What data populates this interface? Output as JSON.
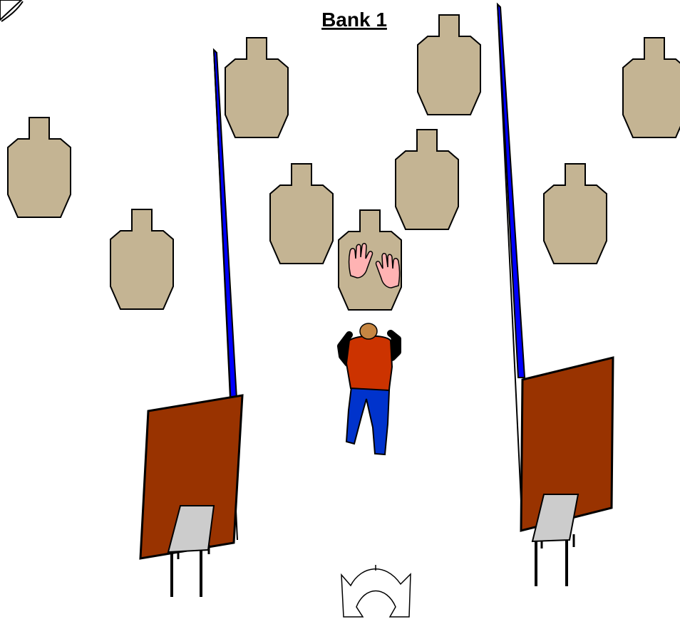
{
  "title": "Bank 1",
  "colors": {
    "target": "#c4b493",
    "barrier": "#0000ff",
    "wall": "#993300",
    "table": "#cccccc",
    "shirt": "#cc3300",
    "pants": "#0033cc",
    "hands_no_shoot": "#ffb3b3"
  },
  "elements": {
    "targets": [
      "shoot-target",
      "shoot-target",
      "shoot-target",
      "shoot-target",
      "shoot-target",
      "shoot-target",
      "shoot-target",
      "shoot-target"
    ],
    "no_shoot": "no-shoot-target",
    "shooter": "shooter-figure",
    "start": "uprange-180-arrow"
  }
}
